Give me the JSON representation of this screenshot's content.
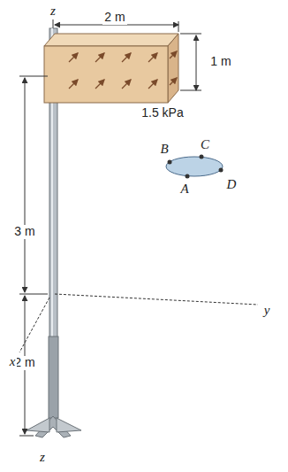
{
  "diagram": {
    "labels": [
      "z",
      "2 m",
      "1 m",
      "1.5 kPa",
      "3 m",
      "B",
      "C",
      "A",
      "D",
      "y",
      "2 m",
      "x",
      "z"
    ]
  }
}
